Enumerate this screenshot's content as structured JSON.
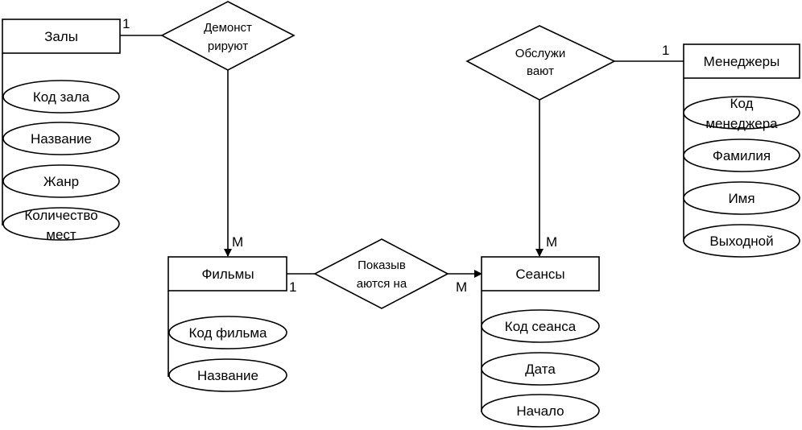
{
  "entities": {
    "halls": {
      "title": "Залы",
      "attributes": [
        "Код зала",
        "Название",
        "Жанр",
        [
          "Количество",
          "мест"
        ]
      ]
    },
    "films": {
      "title": "Фильмы",
      "attributes": [
        "Код фильма",
        "Название"
      ]
    },
    "sessions": {
      "title": "Сеансы",
      "attributes": [
        "Код сеанса",
        "Дата",
        "Начало"
      ]
    },
    "managers": {
      "title": "Менеджеры",
      "attributes": [
        [
          "Код",
          "менеджера"
        ],
        "Фамилия",
        "Имя",
        "Выходной"
      ]
    }
  },
  "relationships": {
    "demonstrate": {
      "lines": [
        "Демонст",
        "рируют"
      ]
    },
    "shown": {
      "lines": [
        "Показыв",
        "аются на"
      ]
    },
    "serve": {
      "lines": [
        "Обслужи",
        "вают"
      ]
    }
  },
  "cardinalities": {
    "halls_one": "1",
    "films_many": "М",
    "films_one": "1",
    "sessions_many_left": "М",
    "sessions_many_top": "М",
    "managers_one": "1"
  },
  "colors": {
    "stroke": "#000000",
    "fill": "#ffffff"
  }
}
